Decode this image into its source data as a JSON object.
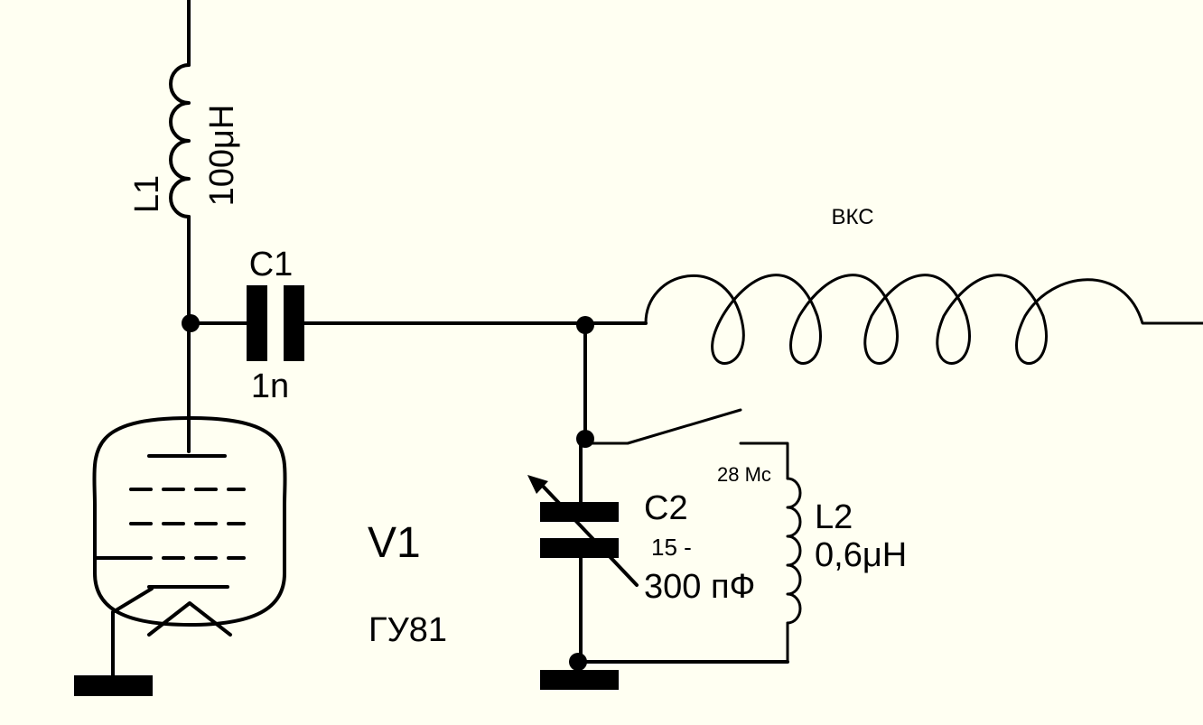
{
  "labels": {
    "l1_name": "L1",
    "l1_value": "100μH",
    "c1_name": "C1",
    "c1_value": "1n",
    "vkc": "ВКС",
    "c2_name": "C2",
    "c2_value_line1": "15 -",
    "c2_value_line2": "300 пФ",
    "l2_freq": "28 Mc",
    "l2_name": "L2",
    "l2_value": "0,6μH",
    "v1_name": "V1",
    "v1_type": "ГУ81"
  },
  "colors": {
    "background": "#FFFFF2",
    "ink": "#000000"
  }
}
